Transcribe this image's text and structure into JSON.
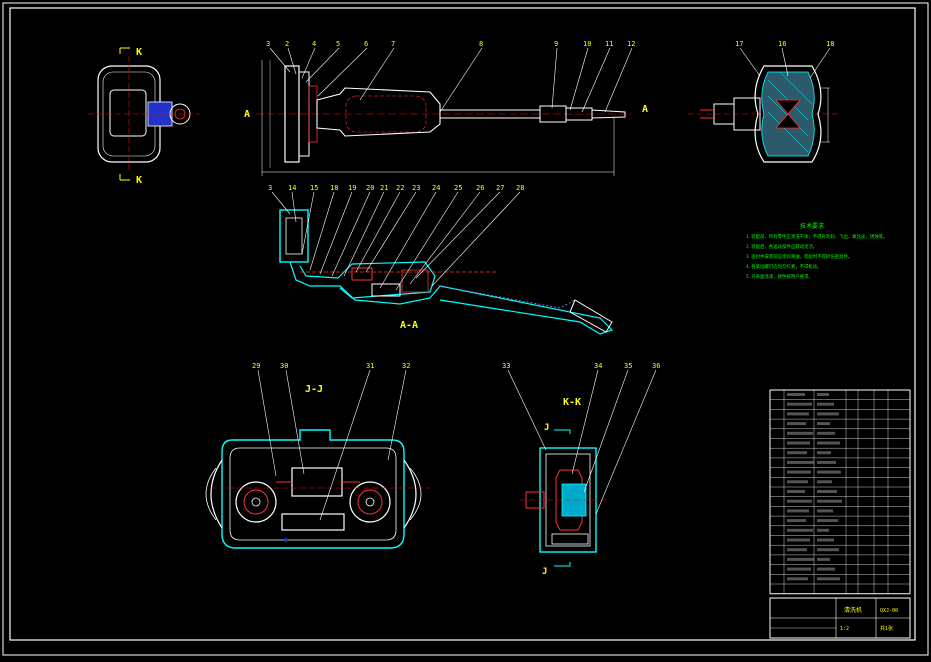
{
  "drawing": {
    "colors": {
      "background": "#000000",
      "frame": "#ffffff",
      "outline": "#ffffff",
      "section_cyan": "#00ffff",
      "hatch_red": "#ff3030",
      "leader": "#ffffff",
      "label": "#ffff00",
      "notes_green": "#00ff00",
      "fill_blue": "#2233cc",
      "center_red": "#ff0000"
    },
    "section_labels": {
      "k_top": "K",
      "k_bottom": "K",
      "a_left": "A",
      "a_right": "A",
      "aa": "A-A",
      "jj": "J-J",
      "kk": "K-K",
      "j_top": "J",
      "j_bottom": "J"
    },
    "part_numbers": {
      "side_view": [
        "3",
        "2",
        "4",
        "5",
        "6",
        "7",
        "8",
        "9",
        "10",
        "11",
        "12"
      ],
      "end_view": [
        "17",
        "16",
        "18"
      ],
      "section_aa": [
        "3",
        "14",
        "15",
        "18",
        "19",
        "20",
        "21",
        "22",
        "23",
        "24",
        "25",
        "26",
        "27",
        "28"
      ],
      "section_jj": [
        "29",
        "30",
        "31",
        "32"
      ],
      "section_kk": [
        "33",
        "34",
        "35",
        "36"
      ]
    },
    "notes": {
      "title": "技术要求",
      "lines": [
        "1.装配前，所有零件应清洗干净，不得有毛刺、飞边、氧化皮、锈蚀等。",
        "2.装配后，各运动部件应转动灵活。",
        "3.密封件安装前应涂润滑油，装配时不得损伤密封件。",
        "4.各紧固螺钉应均匀拧紧，不得松动。",
        "5.外表面涂漆，颜色按用户要求。"
      ]
    },
    "title_block": {
      "drawing_name": "清洗机",
      "drawing_no": "QXJ-00",
      "scale": "1:2",
      "sheet": "共1张"
    }
  }
}
